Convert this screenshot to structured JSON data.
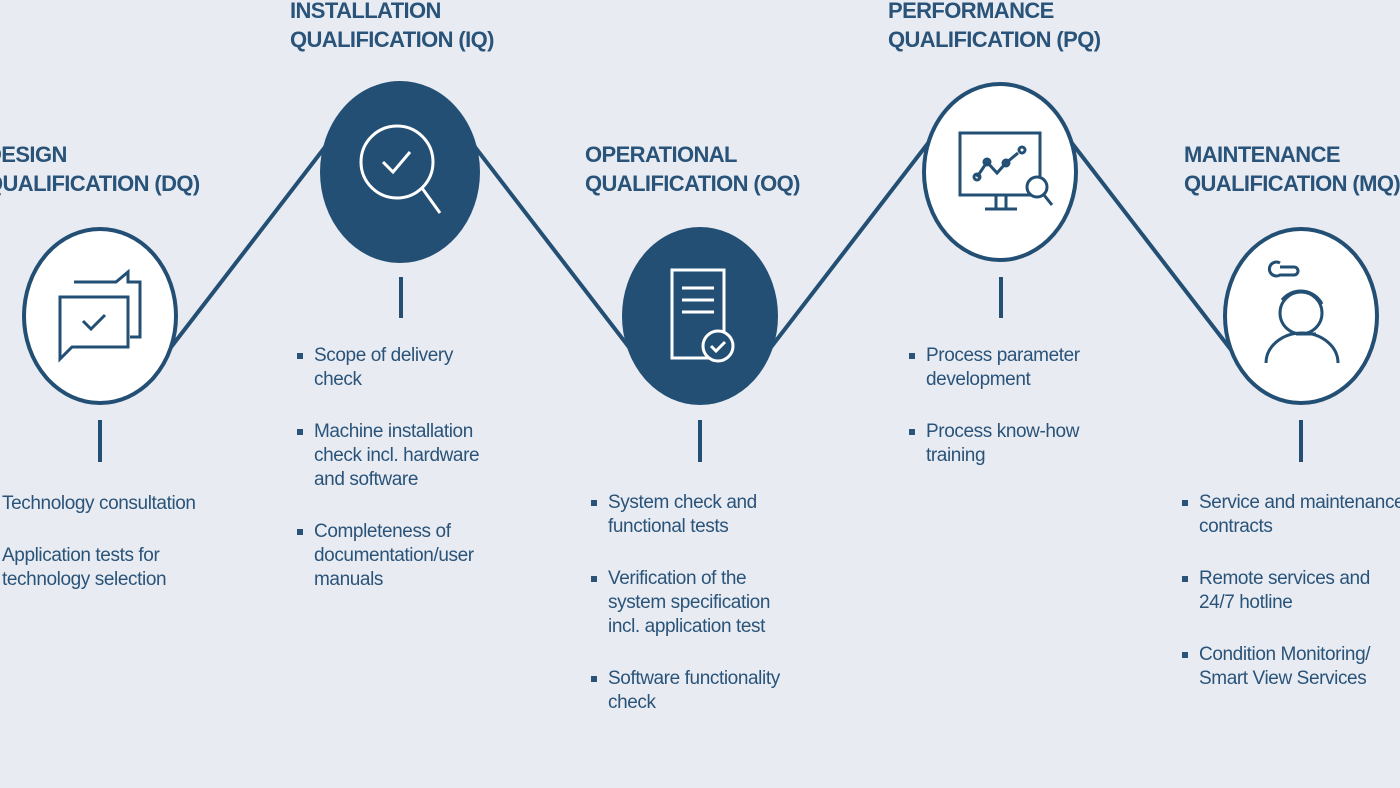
{
  "colors": {
    "primary": "#234f74",
    "background": "#e8ecf2",
    "text": "#2a5379"
  },
  "stages": [
    {
      "id": "dq",
      "title": "DESIGN\nQUALIFICATION (DQ)",
      "icon": "chat-check-icon",
      "filled": false,
      "items": [
        "Technology consultation",
        "Application tests for\ntechnology selection"
      ]
    },
    {
      "id": "iq",
      "title": "INSTALLATION\nQUALIFICATION (IQ)",
      "icon": "magnifier-check-icon",
      "filled": true,
      "items": [
        "Scope of delivery\ncheck",
        "Machine installation\ncheck incl. hardware\nand software",
        "Completeness of\ndocumentation/user\nmanuals"
      ]
    },
    {
      "id": "oq",
      "title": "OPERATIONAL\nQUALIFICATION (OQ)",
      "icon": "document-check-icon",
      "filled": true,
      "items": [
        "System check and\nfunctional tests",
        "Verification of the\nsystem specification\nincl. application test",
        "Software functionality\ncheck"
      ]
    },
    {
      "id": "pq",
      "title": "PERFORMANCE\nQUALIFICATION (PQ)",
      "icon": "monitor-chart-search-icon",
      "filled": false,
      "items": [
        "Process parameter\ndevelopment",
        "Process know-how\ntraining"
      ]
    },
    {
      "id": "mq",
      "title": "MAINTENANCE\nQUALIFICATION (MQ)",
      "icon": "support-agent-wrench-icon",
      "filled": false,
      "items": [
        "Service and maintenance\ncontracts",
        "Remote services and\n24/7 hotline",
        "Condition Monitoring/\nSmart View Services"
      ]
    }
  ]
}
